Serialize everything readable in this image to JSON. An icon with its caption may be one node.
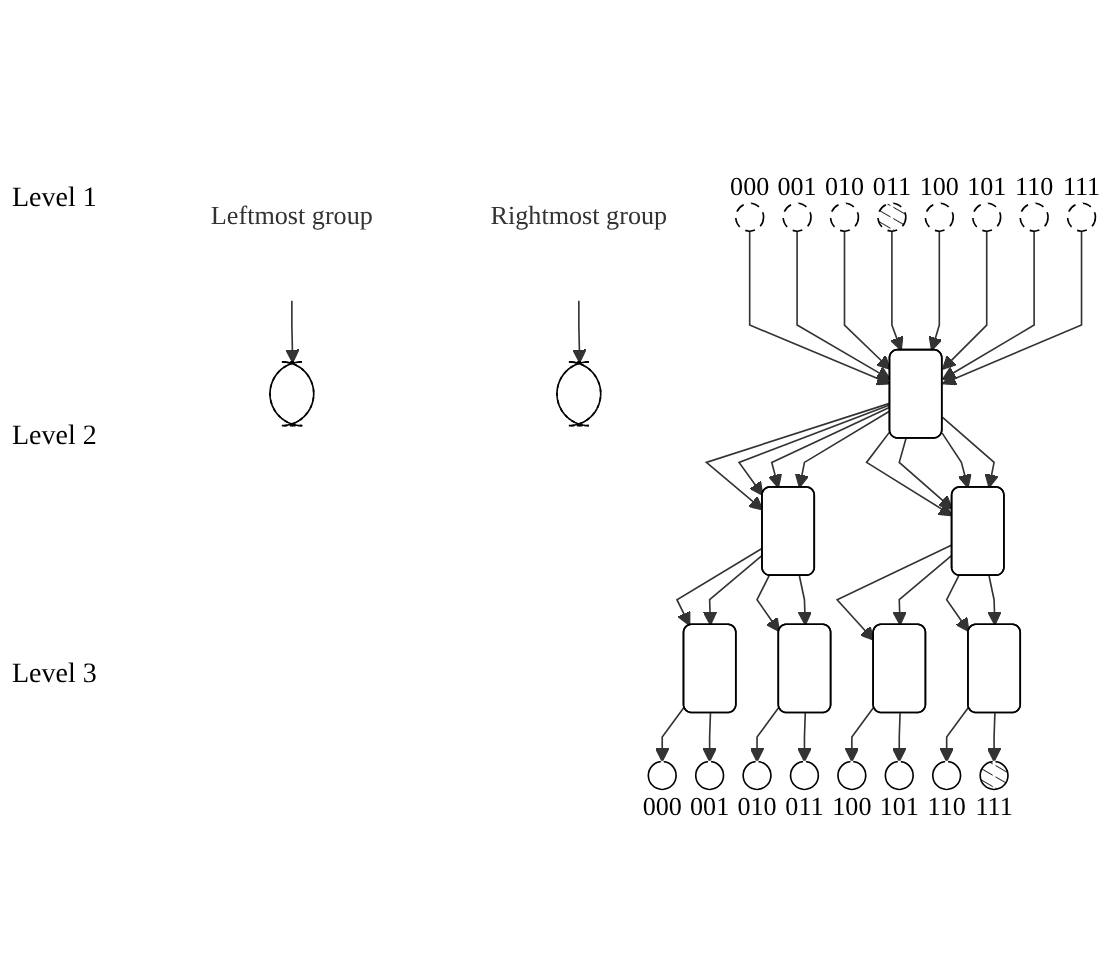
{
  "diagram": {
    "nodes": [
      {
        "text": [],
        "shape": "circle",
        "beside": [
          "000"
        ]
      },
      {
        "text": [],
        "shape": "circle",
        "beside": [
          "001"
        ]
      },
      {
        "text": [],
        "shape": "circle",
        "beside": [
          "010"
        ]
      },
      {
        "text": [],
        "shape": "circle",
        "beside": [
          "011"
        ]
      },
      {
        "text": [],
        "shape": "circle",
        "beside": [
          "100"
        ]
      },
      {
        "text": [],
        "shape": "circle",
        "beside": [
          "101"
        ]
      },
      {
        "text": [],
        "shape": "circle",
        "beside": [
          "110"
        ]
      },
      {
        "text": [],
        "shape": "circle",
        "beside": [
          "111"
        ]
      },
      {
        "text": [],
        "shape": "ellipse"
      },
      {
        "text": [],
        "shape": "ellipse"
      },
      {
        "text": [
          "Leftmost group"
        ]
      },
      {
        "text": [
          "Rightmost group"
        ]
      },
      {
        "text": [],
        "shape": "box"
      },
      {
        "text": [],
        "shape": "box"
      },
      {
        "text": [],
        "shape": "box"
      },
      {
        "text": [],
        "shape": "box"
      },
      {
        "text": [],
        "shape": "box"
      },
      {
        "text": [],
        "shape": "box"
      },
      {
        "text": [],
        "shape": "box"
      },
      {
        "text": [],
        "shape": "circle",
        "beside": [
          "000"
        ]
      },
      {
        "text": [],
        "shape": "circle",
        "beside": [
          "001"
        ]
      },
      {
        "text": [],
        "shape": "circle",
        "beside": [
          "010"
        ]
      },
      {
        "text": [],
        "shape": "circle",
        "beside": [
          "011"
        ]
      },
      {
        "text": [],
        "shape": "circle",
        "beside": [
          "100"
        ]
      },
      {
        "text": [],
        "shape": "circle",
        "beside": [
          "101"
        ]
      },
      {
        "text": [],
        "shape": "circle",
        "beside": [
          "110"
        ]
      },
      {
        "text": [],
        "shape": "circle",
        "beside": [
          "111"
        ]
      }
    ],
    "edges": [
      {
        "from": 0,
        "to": 12,
        "arrow": "to"
      },
      {
        "from": 1,
        "to": 12,
        "arrow": "to"
      },
      {
        "from": 2,
        "to": 12,
        "arrow": "to"
      },
      {
        "from": 3,
        "to": 12,
        "arrow": "to"
      },
      {
        "from": 4,
        "to": 12,
        "arrow": "to"
      },
      {
        "from": 5,
        "to": 12,
        "arrow": "to"
      },
      {
        "from": 6,
        "to": 12,
        "arrow": "to"
      },
      {
        "from": 7,
        "to": 12,
        "arrow": "to"
      },
      {
        "from": 10,
        "to": 8,
        "arrow": "to"
      },
      {
        "from": 11,
        "to": 9,
        "arrow": "to"
      },
      {
        "from": 12,
        "to": 13,
        "arrow": "to"
      },
      {
        "from": 12,
        "to": 13,
        "arrow": "to"
      },
      {
        "from": 12,
        "to": 13,
        "arrow": "to"
      },
      {
        "from": 12,
        "to": 13,
        "arrow": "to"
      },
      {
        "from": 12,
        "to": 14,
        "arrow": "to"
      },
      {
        "from": 12,
        "to": 14,
        "arrow": "to"
      },
      {
        "from": 12,
        "to": 14,
        "arrow": "to"
      },
      {
        "from": 12,
        "to": 14,
        "arrow": "to"
      },
      {
        "from": 13,
        "to": 15,
        "arrow": "to"
      },
      {
        "from": 13,
        "to": 15,
        "arrow": "to"
      },
      {
        "from": 13,
        "to": 16,
        "arrow": "to"
      },
      {
        "from": 13,
        "to": 16,
        "arrow": "to"
      },
      {
        "from": 14,
        "to": 17,
        "arrow": "to"
      },
      {
        "from": 14,
        "to": 17,
        "arrow": "to"
      },
      {
        "from": 14,
        "to": 18,
        "arrow": "to"
      },
      {
        "from": 14,
        "to": 18,
        "arrow": "to"
      },
      {
        "from": 15,
        "to": 19,
        "arrow": "to"
      },
      {
        "from": 15,
        "to": 20,
        "arrow": "to"
      },
      {
        "from": 16,
        "to": 21,
        "arrow": "to"
      },
      {
        "from": 16,
        "to": 22,
        "arrow": "to"
      },
      {
        "from": 17,
        "to": 23,
        "arrow": "to"
      },
      {
        "from": 17,
        "to": 24,
        "arrow": "to"
      },
      {
        "from": 18,
        "to": 25,
        "arrow": "to"
      },
      {
        "from": 18,
        "to": 26,
        "arrow": "to"
      }
    ],
    "labels": [
      "Level 1",
      "Level 2",
      "Level 3"
    ]
  }
}
